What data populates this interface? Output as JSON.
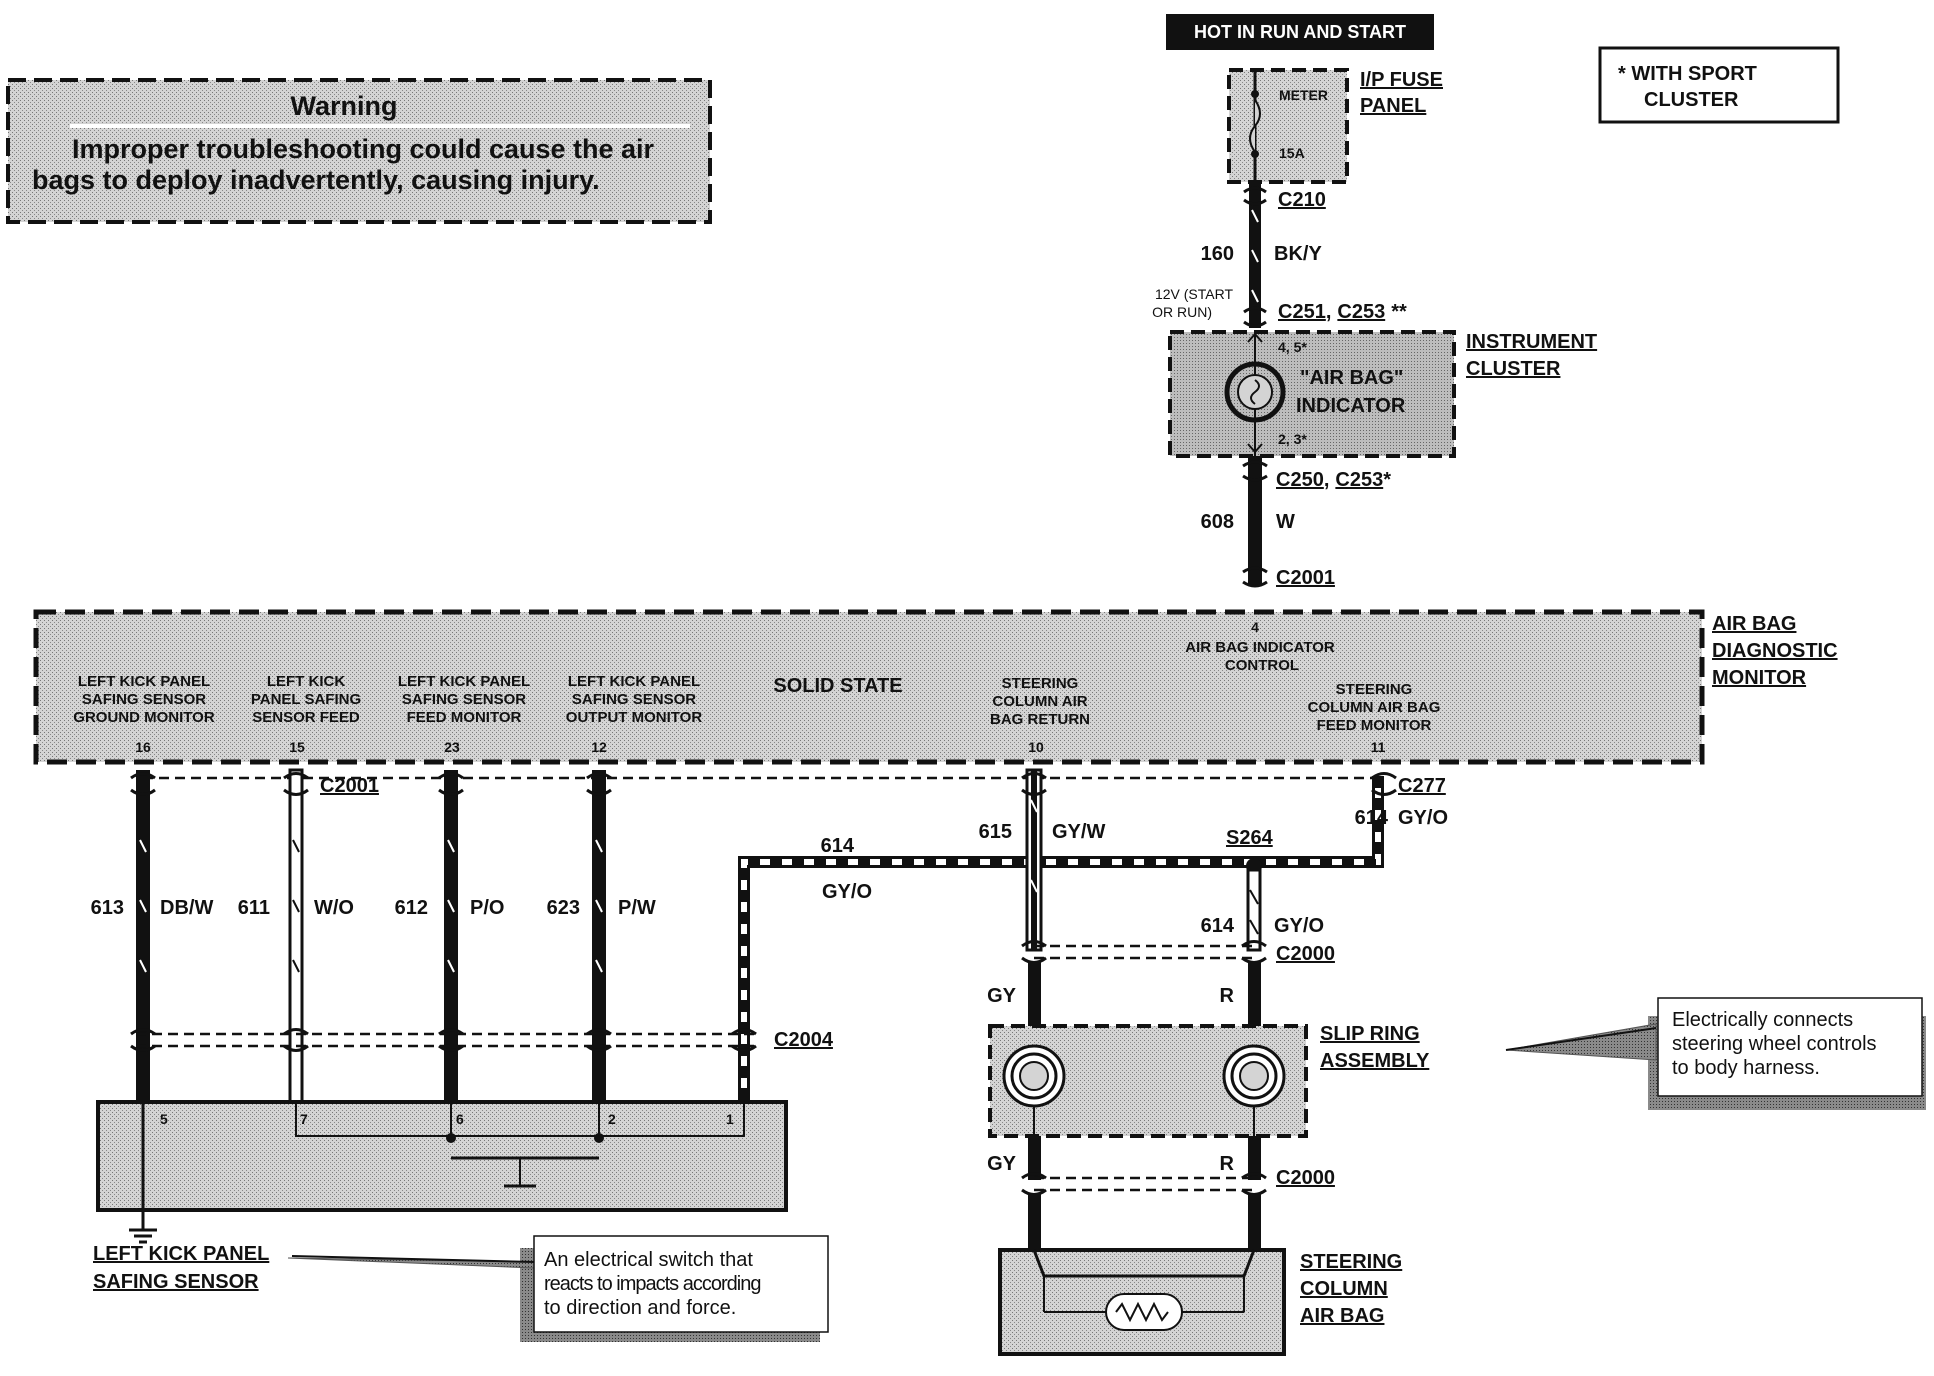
{
  "warning": {
    "title": "Warning",
    "line1": "Improper troubleshooting could cause the air",
    "line2": "bags to deploy inadvertently, causing injury."
  },
  "legend": {
    "line1": "*  WITH SPORT",
    "line2": "CLUSTER"
  },
  "hot_label": "HOT IN  RUN AND START",
  "fuse": {
    "name_line1": "I/P FUSE",
    "name_line2": "PANEL",
    "meter": "METER",
    "rating": "15A"
  },
  "connectors": {
    "c210": "C210",
    "c251": "C251",
    "c251_sep": ",",
    "c253a": "C253",
    "c253a_mark": "**",
    "c250": "C250",
    "c250_sep": ",",
    "c253b": "C253",
    "c253b_mark": "*",
    "c2001_top": "C2001",
    "c2001_bottom": "C2001",
    "c277": "C277",
    "s264": "S264",
    "c2000_upper": "C2000",
    "c2000_lower": "C2000",
    "c2004": "C2004"
  },
  "wires": {
    "w160_num": "160",
    "w160_color": "BK/Y",
    "voltage_line1": "12V (START",
    "voltage_line2": "OR RUN)",
    "w608_num": "608",
    "w608_color": "W",
    "w613_num": "613",
    "w613_color": "DB/W",
    "w611_num": "611",
    "w611_color": "W/O",
    "w612_num": "612",
    "w612_color": "P/O",
    "w623_num": "623",
    "w623_color": "P/W",
    "w614a_num": "614",
    "w614a_color": "GY/O",
    "w615_num": "615",
    "w615_color": "GY/W",
    "w614b_num": "614",
    "w614b_color": "GY/O",
    "w614c_num": "614",
    "w614c_color": "GY/O",
    "gy_upper": "GY",
    "r_upper": "R",
    "gy_lower": "GY",
    "r_lower": "R"
  },
  "cluster": {
    "name_line1": "INSTRUMENT",
    "name_line2": "CLUSTER",
    "indicator_line1": "\"AIR BAG\"",
    "indicator_line2": "INDICATOR",
    "pin_top": "4, 5*",
    "pin_bottom": "2, 3*"
  },
  "monitor": {
    "name_line1": "AIR BAG",
    "name_line2": "DIAGNOSTIC",
    "name_line3": "MONITOR",
    "solid_state": "SOLID STATE",
    "pin4": "4",
    "indicator_ctrl_line1": "AIR BAG INDICATOR",
    "indicator_ctrl_line2": "CONTROL",
    "pins": [
      {
        "line1": "LEFT KICK PANEL",
        "line2": "SAFING SENSOR",
        "line3": "GROUND MONITOR",
        "pin": "16"
      },
      {
        "line1": "LEFT KICK",
        "line2": "PANEL SAFING",
        "line3": "SENSOR FEED",
        "pin": "15"
      },
      {
        "line1": "LEFT KICK PANEL",
        "line2": "SAFING SENSOR",
        "line3": "FEED MONITOR",
        "pin": "23"
      },
      {
        "line1": "LEFT KICK PANEL",
        "line2": "SAFING SENSOR",
        "line3": "OUTPUT MONITOR",
        "pin": "12"
      },
      {
        "line1": "STEERING",
        "line2": "COLUMN AIR",
        "line3": "BAG RETURN",
        "pin": "10"
      },
      {
        "line1": "STEERING",
        "line2": "COLUMN AIR BAG",
        "line3": "FEED MONITOR",
        "pin": "11"
      }
    ]
  },
  "sensor": {
    "name_line1": "LEFT KICK PANEL",
    "name_line2": "SAFING SENSOR",
    "pins": [
      "5",
      "7",
      "6",
      "2",
      "1"
    ],
    "callout_line1": "An  electrical  switch  that",
    "callout_line2": "reacts to impacts according",
    "callout_line3": "to direction and force."
  },
  "slip_ring": {
    "name_line1": "SLIP RING",
    "name_line2": "ASSEMBLY",
    "callout_line1": "Electrically      connects",
    "callout_line2": "steering wheel controls",
    "callout_line3": "to body harness."
  },
  "airbag": {
    "name_line1": "STEERING",
    "name_line2": "COLUMN",
    "name_line3": "AIR BAG"
  },
  "colors": {
    "ink": "#111111",
    "shade": "#c8c8c8",
    "paper": "#ffffff"
  }
}
